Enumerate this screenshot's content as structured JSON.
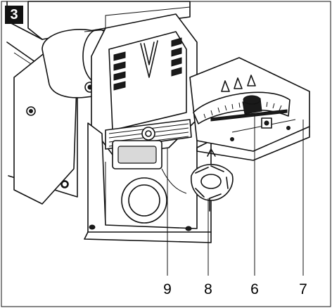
{
  "figure": {
    "number": "3",
    "callouts": [
      {
        "id": "9",
        "label": "9"
      },
      {
        "id": "8",
        "label": "8"
      },
      {
        "id": "6",
        "label": "6"
      },
      {
        "id": "7",
        "label": "7"
      }
    ]
  },
  "colors": {
    "ink": "#111111",
    "background": "#ffffff",
    "badge": "#111111"
  }
}
